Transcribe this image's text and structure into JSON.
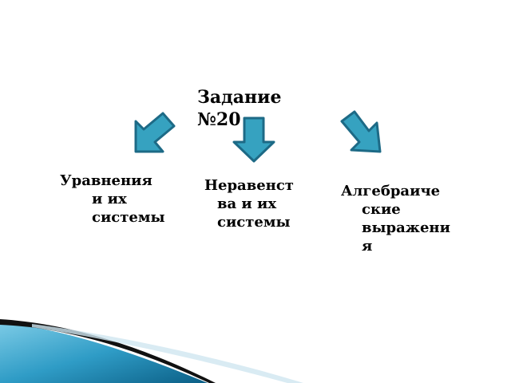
{
  "title": {
    "line1": "Задание",
    "line2": "№20"
  },
  "items": [
    {
      "lines": [
        "Уравнения",
        "и их",
        "системы"
      ]
    },
    {
      "lines": [
        "Неравенст",
        "ва и их",
        "системы"
      ]
    },
    {
      "lines": [
        "Алгебраиче",
        "ские",
        "выражени",
        "я"
      ]
    }
  ],
  "colors": {
    "arrow_fill": "#36a2c0",
    "arrow_stroke": "#1d6a86",
    "wave_light": "#5bb8d8",
    "wave_dark": "#0b5f86"
  }
}
